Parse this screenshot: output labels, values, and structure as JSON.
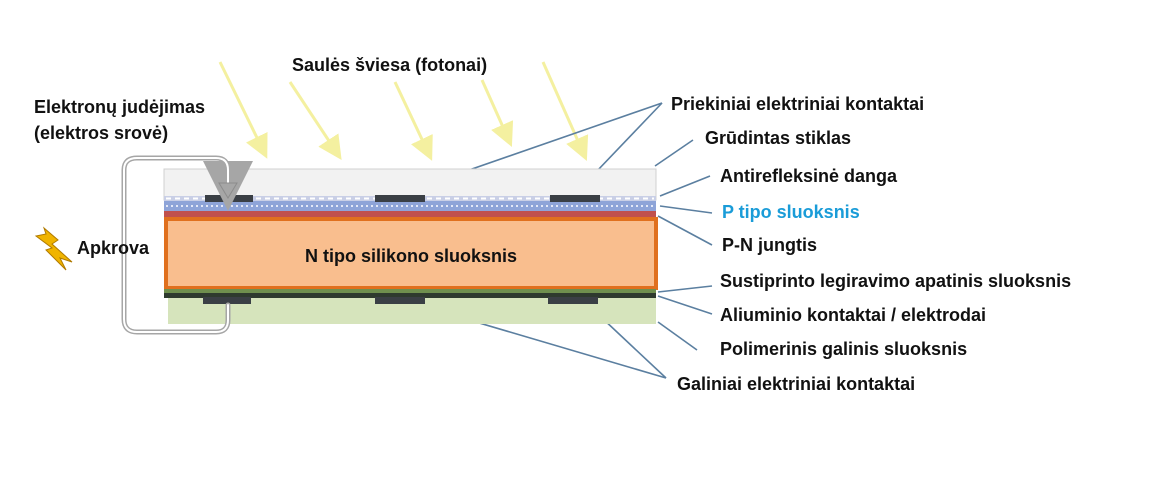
{
  "sunlight_label": "Saulės šviesa (fotonai)",
  "electron_flow_label_line1": "Elektronų judėjimas",
  "electron_flow_label_line2": "(elektros srovė)",
  "load_label": "Apkrova",
  "n_layer_label": "N tipo silikono sluoksnis",
  "layer_labels": {
    "front_contacts": "Priekiniai elektriniai kontaktai",
    "tempered_glass": "Grūdintas stiklas",
    "anti_reflective": "Antirefleksinė danga",
    "p_layer": "P tipo sluoksnis",
    "pn_junction": "P-N jungtis",
    "back_doped_layer": "Sustiprinto legiravimo apatinis sluoksnis",
    "aluminium_contacts": "Aliuminio kontaktai / elektrodai",
    "polymer_back": "Polimerinis galinis sluoksnis",
    "back_contacts": "Galiniai elektriniai kontaktai"
  },
  "colors": {
    "p_layer_text": "#1a9cd8",
    "n_layer_fill": "#f9be8e",
    "n_layer_border": "#e0701e",
    "glass": "#f2f2f2",
    "p_layer": "#8ea4d8",
    "pn_junction": "#c0504d",
    "aluminium": "#2e3a2e",
    "polymer": "#d6e4bc",
    "contacts": "#3a3f45",
    "leader_lines": "#5b7fa0",
    "sun_rays": "#f4f0a0",
    "lightning": "#f0b400"
  }
}
